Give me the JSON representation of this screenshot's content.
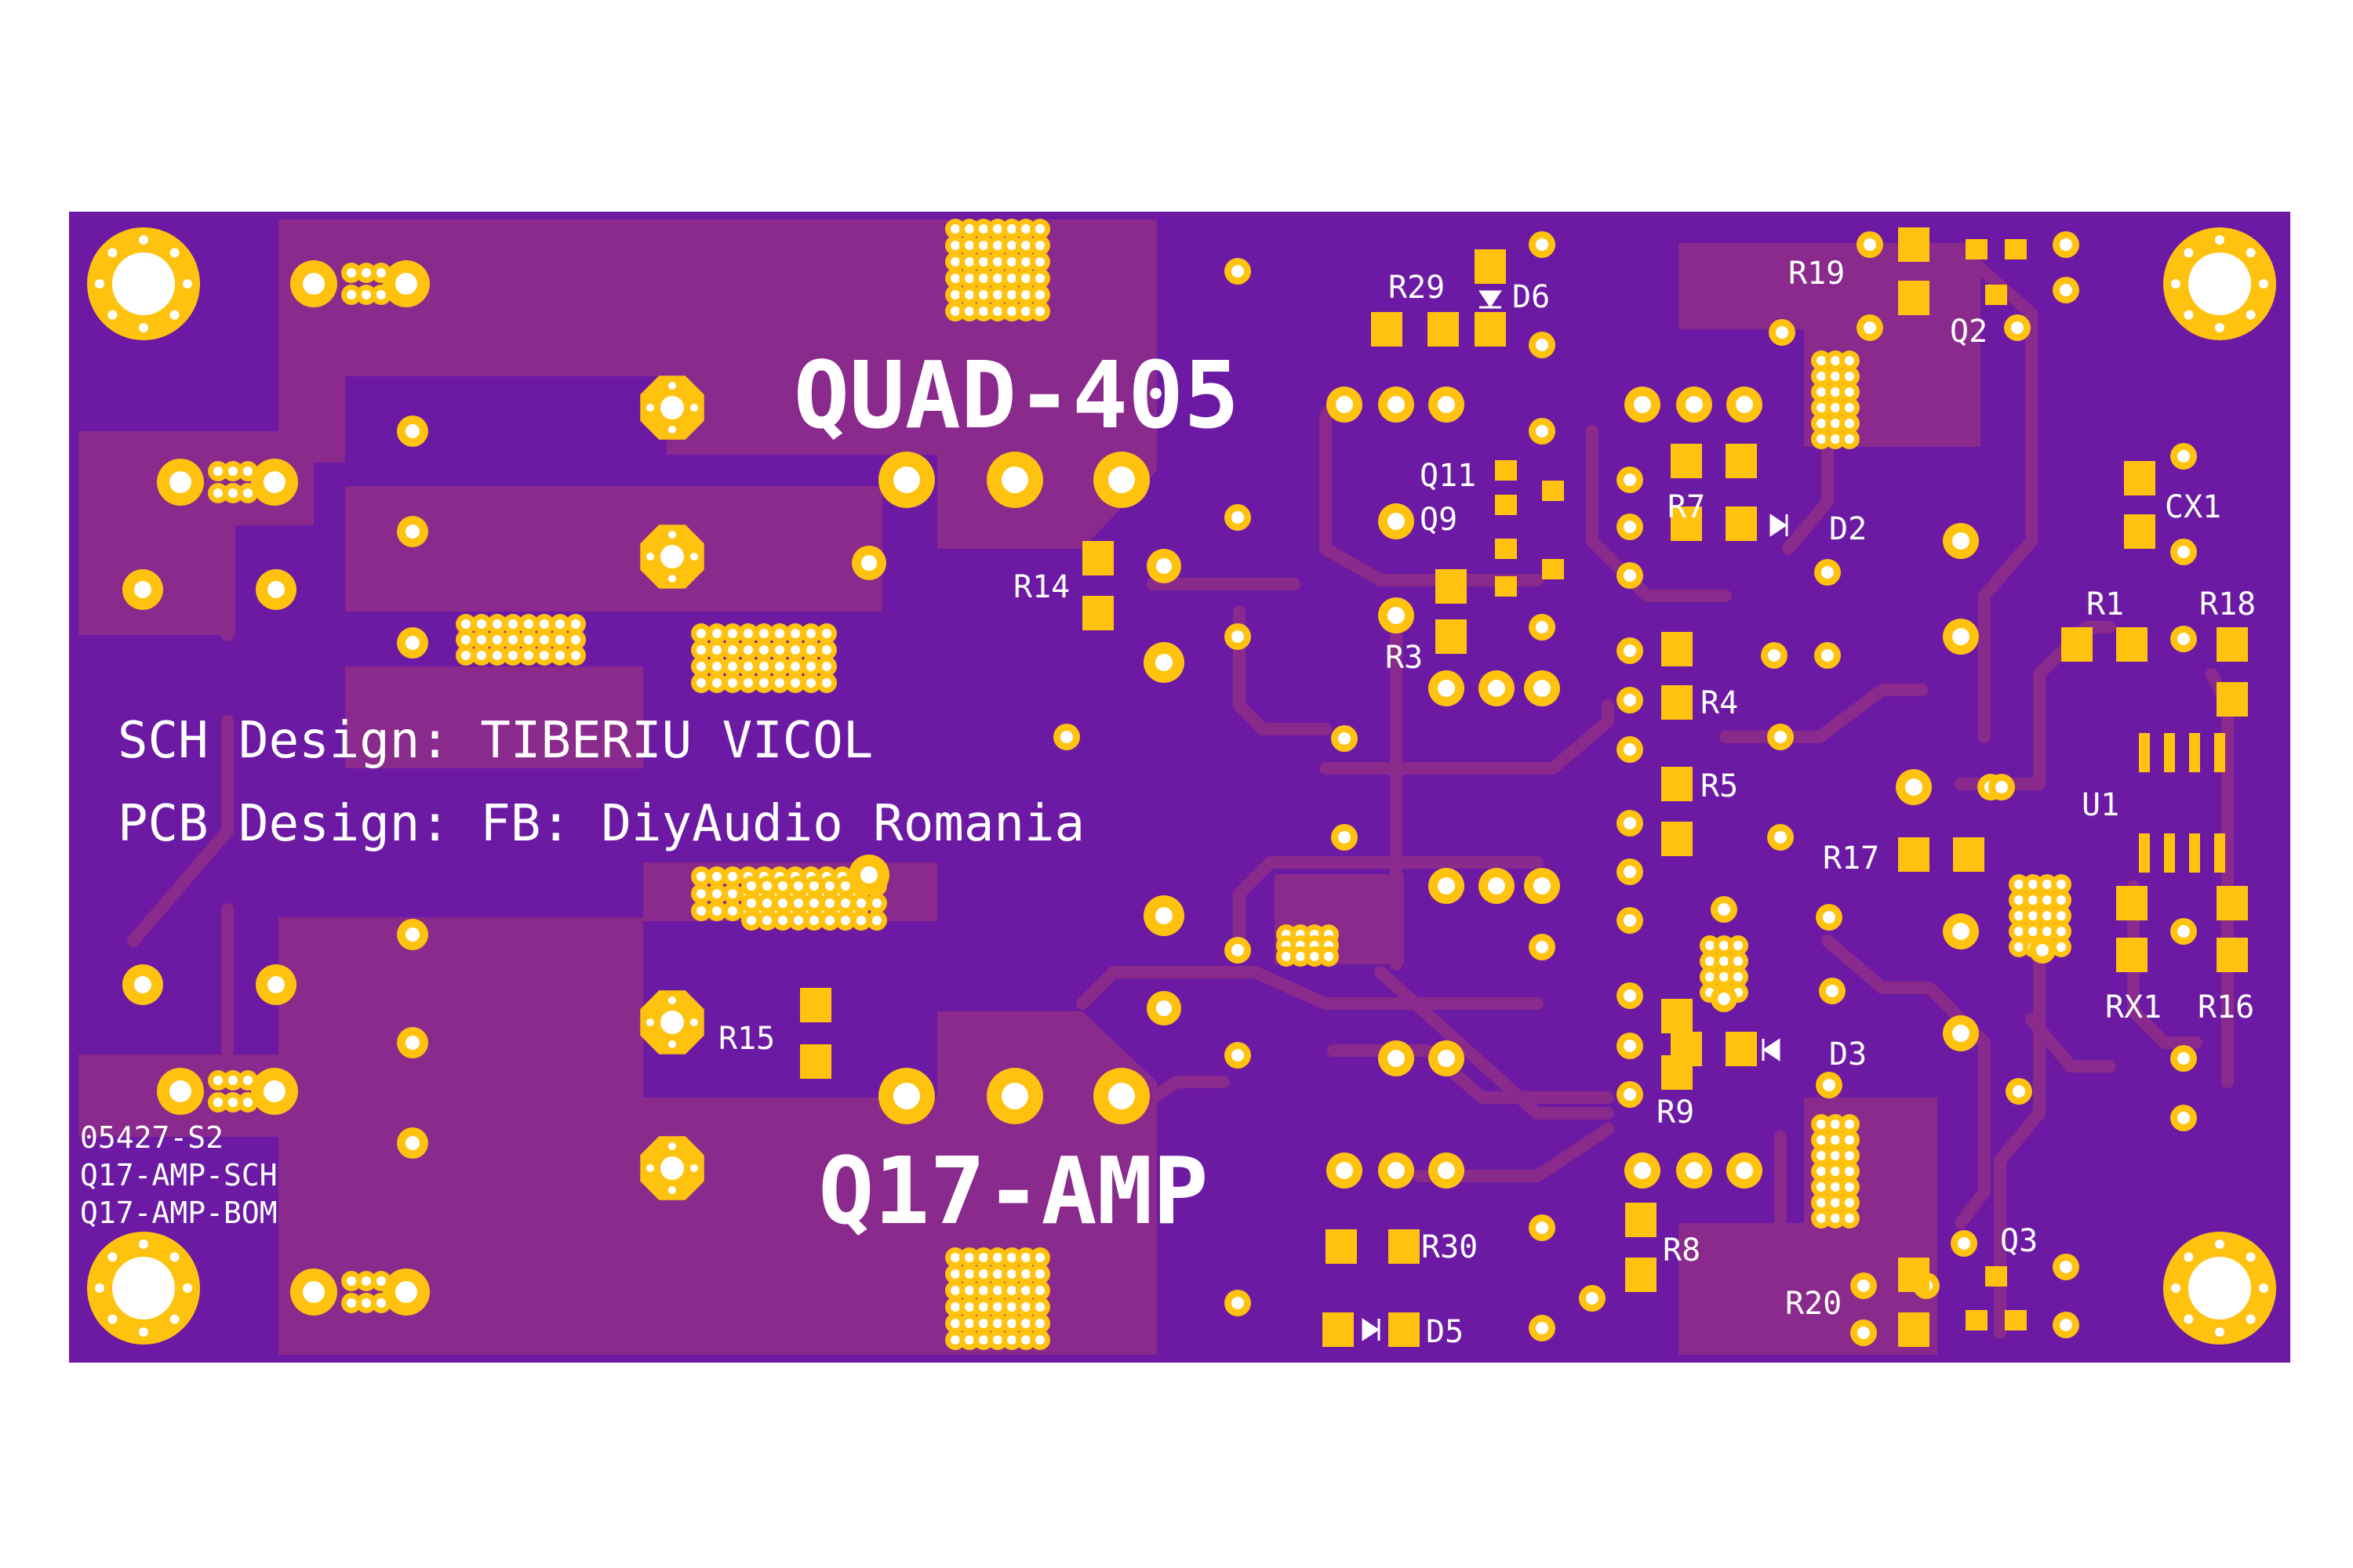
{
  "colors": {
    "background": "#ffffff",
    "board": "#6c1aa3",
    "copper_pour": "#8a2a8c",
    "trace": "#8a2a8c",
    "pad": "#ffc20e",
    "drill": "#ffffff",
    "silkscreen": "#ffffff"
  },
  "titles": {
    "top": "QUAD-405",
    "bottom": "Q17-AMP"
  },
  "credits": {
    "sch": "SCH Design: TIBERIU VICOL",
    "pcb": "PCB Design: FB: DiyAudio Romania"
  },
  "board_info": {
    "line1": "05427-S2",
    "line2": "Q17-AMP-SCH",
    "line3": "Q17-AMP-BOM"
  },
  "components": {
    "r29": "R29",
    "d6": "D6",
    "r19": "R19",
    "q2": "Q2",
    "q11": "Q11",
    "q9": "Q9",
    "r7": "R7",
    "d2": "D2",
    "cx1": "CX1",
    "r14": "R14",
    "r3": "R3",
    "r1": "R1",
    "r18": "R18",
    "r4": "R4",
    "r5": "R5",
    "u1": "U1",
    "r17": "R17",
    "rx1": "RX1",
    "r16": "R16",
    "r15": "R15",
    "d3": "D3",
    "r9": "R9",
    "r8": "R8",
    "q3": "Q3",
    "r30": "R30",
    "r20": "R20",
    "d5": "D5"
  }
}
